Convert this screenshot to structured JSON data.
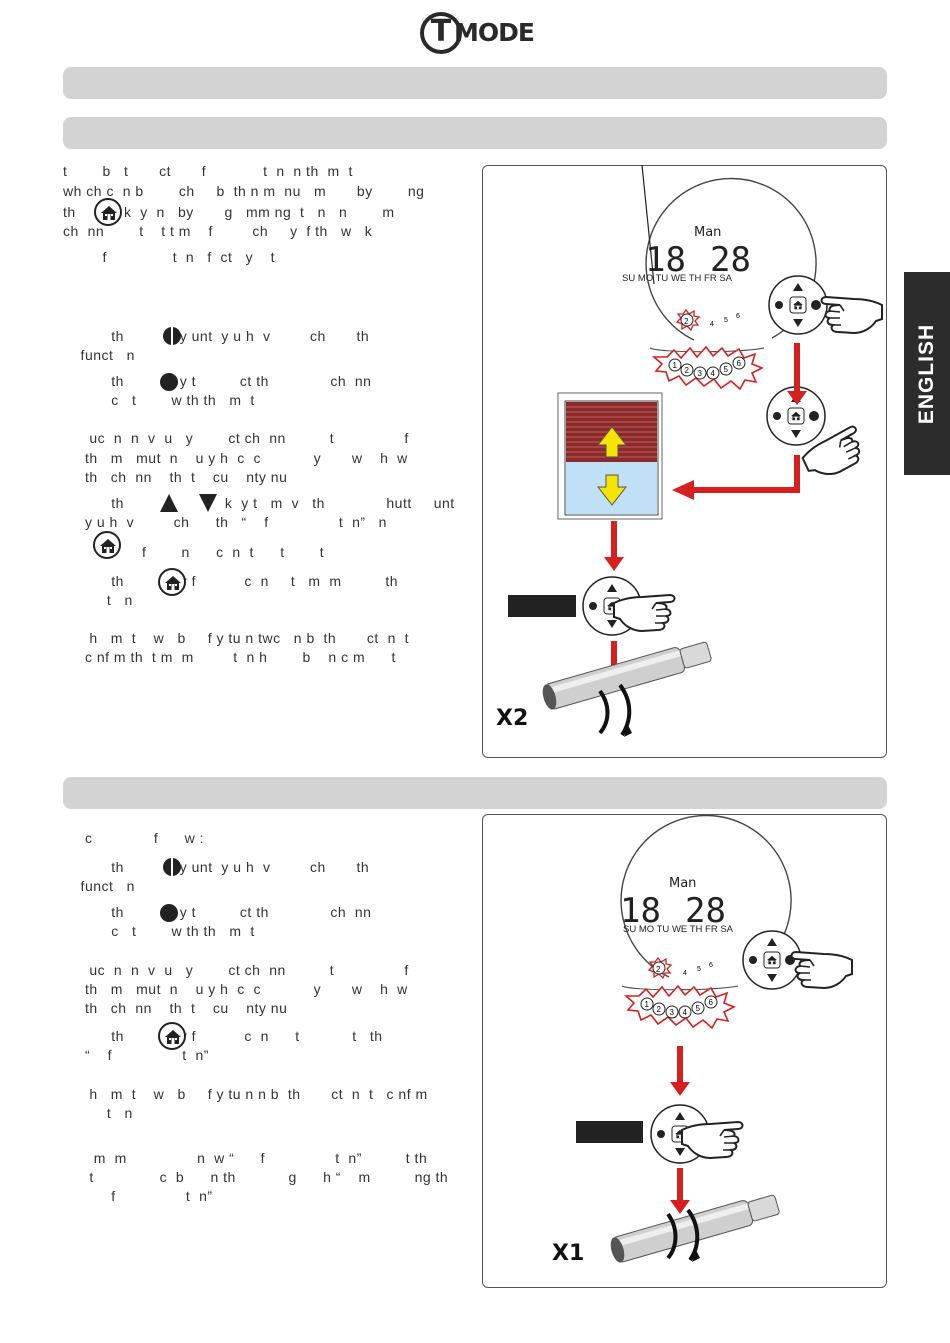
{
  "logo": {
    "letter": "T",
    "word": "MODE"
  },
  "side_tab": "ENGLISH",
  "section1_text": [
    "t        b   t       ct       f             t  n  n th  m  t",
    "wh ch c  n b        ch     b  th n m  nu   m       by        ng",
    "th           k  y  n   by       g   mm ng  t   n   n        m",
    "ch  nn        t    t t m    f         ch     y  f th   w   k",
    "         f               t  n   f  ct   y    t"
  ],
  "section1_steps": [
    [
      "           th         k  y unt  y u h  v         ch       th",
      "    funct   n"
    ],
    [
      "           th         k  y t          ct th              ch  nn",
      "           c   t        w th th   m  t"
    ],
    [
      "      uc  n  n  v  u   y        ct ch  nn          t                f",
      "     th   m   mut  n    u y h  c  c            y       w    h  w",
      "     th   ch  nn    th  t    cu    nty nu"
    ],
    [
      "           th                       k  y t   m  v   th              hutt     unt",
      "     y u h  v         ch      th   “    f                t  n”   n",
      "                  f        n      c  n  t      t        t"
    ],
    [
      "           th         k  y f           c  n     t   m  m          th",
      "          t   n"
    ],
    [
      "      h   m  t    w   b     f y tu n twc   n b  th       ct  n  t",
      "     c nf m th  t m  m         t  n h        b    n c m      t"
    ]
  ],
  "section2_text": [
    "     c              f      w :"
  ],
  "section2_steps": [
    [
      "           th         k  y unt  y u h  v         ch       th",
      "    funct   n"
    ],
    [
      "           th         k  y t          ct th              ch  nn",
      "           c   t        w th th   m  t"
    ],
    [
      "      uc  n  n  v  u   y        ct ch  nn          t                f",
      "     th   m   mut  n    u y h  c  c            y       w    h  w",
      "     th   ch  nn    th  t    cu    nty nu"
    ],
    [
      "           th         k  y f           c  n      t            t   th",
      "     “    f                t  n”"
    ],
    [
      "      h   m  t    w   b     f y tu n n b  th       ct  n  t   c nf m",
      "          t   n"
    ],
    [
      "       m  m                n  w “      f                t  n”          t th",
      "      t               c  b      n th            g      h “    m          ng th",
      "           f                t  n”"
    ]
  ],
  "figure1": {
    "day": "Man",
    "hour": "18",
    "minute": "28",
    "weekdays": [
      "SU",
      "MO",
      "TU",
      "WE",
      "TH",
      "FR",
      "SA"
    ],
    "channels_small": [
      "4",
      "5",
      "6"
    ],
    "channel_selected": "2",
    "burst_channels": [
      "1",
      "2",
      "3",
      "4",
      "5",
      "6"
    ],
    "multiplier": "X2"
  },
  "figure2": {
    "day": "Man",
    "hour": "18",
    "minute": "28",
    "weekdays": [
      "SU",
      "MO",
      "TU",
      "WE",
      "TH",
      "FR",
      "SA"
    ],
    "channels_small": [
      "4",
      "5",
      "6"
    ],
    "channel_selected": "2",
    "burst_channels": [
      "1",
      "2",
      "3",
      "4",
      "5",
      "6"
    ],
    "multiplier": "X1"
  },
  "colors": {
    "bar_grey": "#d3d3d3",
    "arrow_red": "#d62020",
    "shutter_red": "#8a2a2a",
    "sky_blue": "#bfe0f7",
    "arrow_yellow": "#f4e400"
  }
}
